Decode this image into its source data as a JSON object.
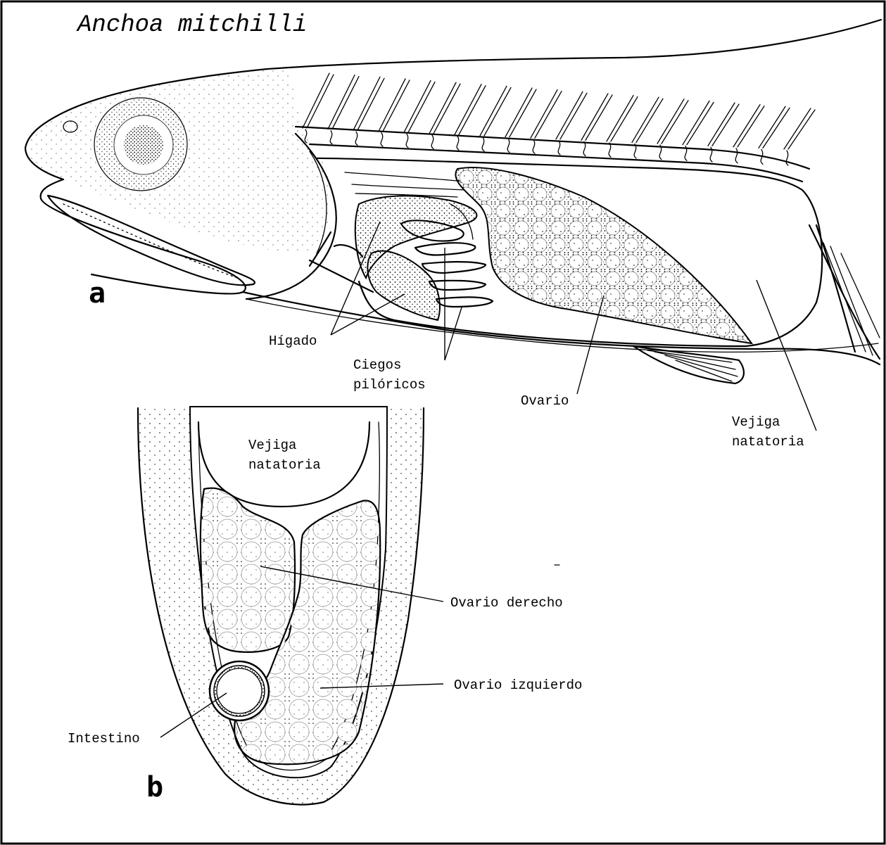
{
  "title": "Anchoa mitchilli",
  "panels": {
    "a": "a",
    "b": "b"
  },
  "labels": {
    "higado": "Hígado",
    "ciegos_1": "Ciegos",
    "ciegos_2": "pilóricos",
    "ovario": "Ovario",
    "vejiga_a_1": "Vejiga",
    "vejiga_a_2": "natatoria",
    "vejiga_b_1": "Vejiga",
    "vejiga_b_2": "natatoria",
    "ovario_derecho": "Ovario derecho",
    "ovario_izquierdo": "Ovario izquierdo",
    "intestino": "Intestino"
  },
  "colors": {
    "ink": "#000000",
    "paper": "#ffffff"
  }
}
